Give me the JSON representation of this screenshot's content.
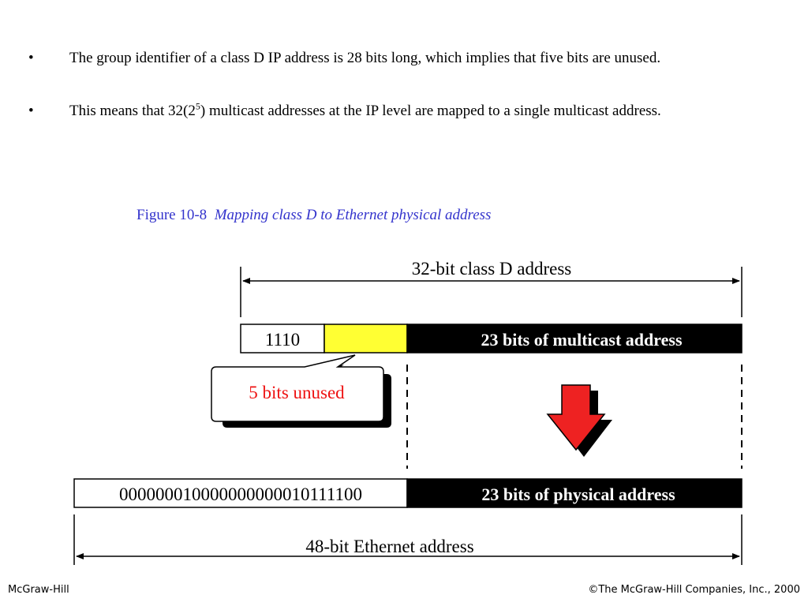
{
  "bullets": [
    {
      "marker": "•",
      "text": "The group identifier of a class D IP address is 28 bits long, which implies that five bits are unused."
    },
    {
      "marker": "•",
      "text_before": "This means that 32(2",
      "superscript": "5",
      "text_after": ")  multicast addresses at the IP level are mapped to a single multicast address."
    }
  ],
  "figure": {
    "label": "Figure  10-8",
    "title": "Mapping class D to Ethernet physical address"
  },
  "diagram": {
    "top_span_label": "32-bit class D address",
    "class_prefix": "1110",
    "multicast_bits_label": "23 bits of multicast address",
    "unused_callout": "5 bits unused",
    "ethernet_prefix": "000000010000000000010111100",
    "physical_bits_label": "23 bits of physical address",
    "bottom_span_label": "48-bit Ethernet address",
    "colors": {
      "unused_field": "#ffff33",
      "arrow": "#ee2222",
      "callout_text": "#ee1111",
      "field_dark": "#000000"
    }
  },
  "footer": {
    "left": "McGraw-Hill",
    "right": "©The McGraw-Hill Companies, Inc., 2000"
  }
}
